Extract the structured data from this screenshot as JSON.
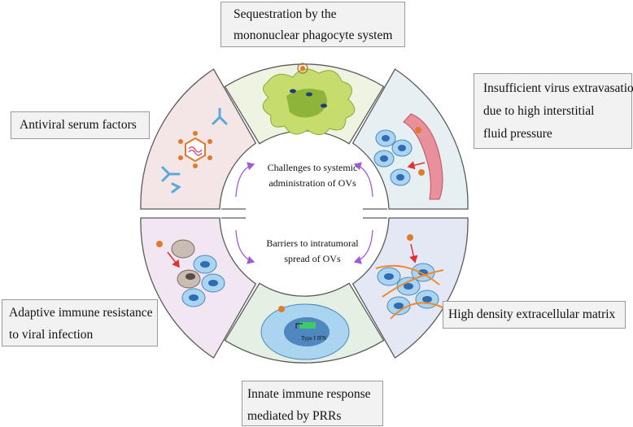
{
  "boxes": {
    "top": [
      "Sequestration by the",
      "mononuclear phagocyte system"
    ],
    "left": [
      "Antiviral serum factors"
    ],
    "right_top": [
      "Insufficient virus extravasation",
      "due to high interstitial",
      "fluid pressure"
    ],
    "left_bottom": [
      "Adaptive immune resistance",
      "to viral infection"
    ],
    "right_bottom": [
      "High density extracellular matrix"
    ],
    "bottom": [
      "Innate immune response",
      "mediated by PRRs"
    ]
  },
  "center": {
    "top": [
      "Challenges to systemic",
      "administration of OVs"
    ],
    "bottom": [
      "Barriers to intratumoral",
      "spread of OVs"
    ]
  },
  "panel_labels": {
    "type_i_ifn": "Type I IFN"
  },
  "colors": {
    "ring_stroke": "#5a5a5a",
    "panel_top": "#eef3e2",
    "panel_right_top": "#e6f0f2",
    "panel_right_bottom": "#e4e8f4",
    "panel_bottom": "#e4f0e4",
    "panel_left_bottom": "#f2e6f2",
    "panel_left_top": "#f4e6e6",
    "arrow_purple": "#a15bd6",
    "cell_blue": "#aad4f0",
    "nucleus_blue": "#2e6db5",
    "virus_orange": "#e07b2e",
    "antibody_blue": "#5aa9d6",
    "macrophage_green": "#c6dd6e",
    "vessel_red": "#e8909c",
    "ecm_orange": "#f08a2a",
    "gene_green": "#3ec96a",
    "red_arrow": "#e03030"
  }
}
